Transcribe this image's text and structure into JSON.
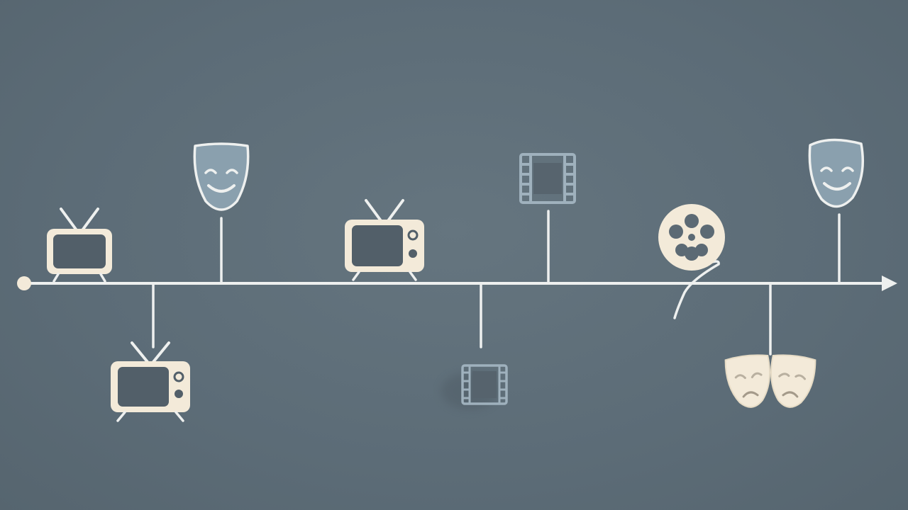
{
  "palette": {
    "background": "#5f6f7a",
    "line": "#eef0ef",
    "cream": "#f3ead9",
    "screen": "#525f69",
    "blue": "#9fb1bd",
    "blue_face": "#8aa0ae"
  },
  "timeline": {
    "direction": "left-to-right",
    "start_marker": "dot",
    "end_marker": "arrow",
    "events": [
      {
        "icon": "tv-icon",
        "side": "above",
        "style": "cream"
      },
      {
        "icon": "tv-icon",
        "side": "below",
        "style": "cream"
      },
      {
        "icon": "happy-mask-icon",
        "side": "above",
        "style": "blue"
      },
      {
        "icon": "tv-icon",
        "side": "above",
        "style": "cream"
      },
      {
        "icon": "film-strip-icon",
        "side": "below",
        "style": "blue"
      },
      {
        "icon": "film-strip-icon",
        "side": "above",
        "style": "blue"
      },
      {
        "icon": "film-reel-icon",
        "side": "above",
        "style": "cream"
      },
      {
        "icon": "theater-masks-icon",
        "side": "below",
        "style": "cream"
      },
      {
        "icon": "happy-mask-icon",
        "side": "above",
        "style": "blue"
      }
    ]
  }
}
